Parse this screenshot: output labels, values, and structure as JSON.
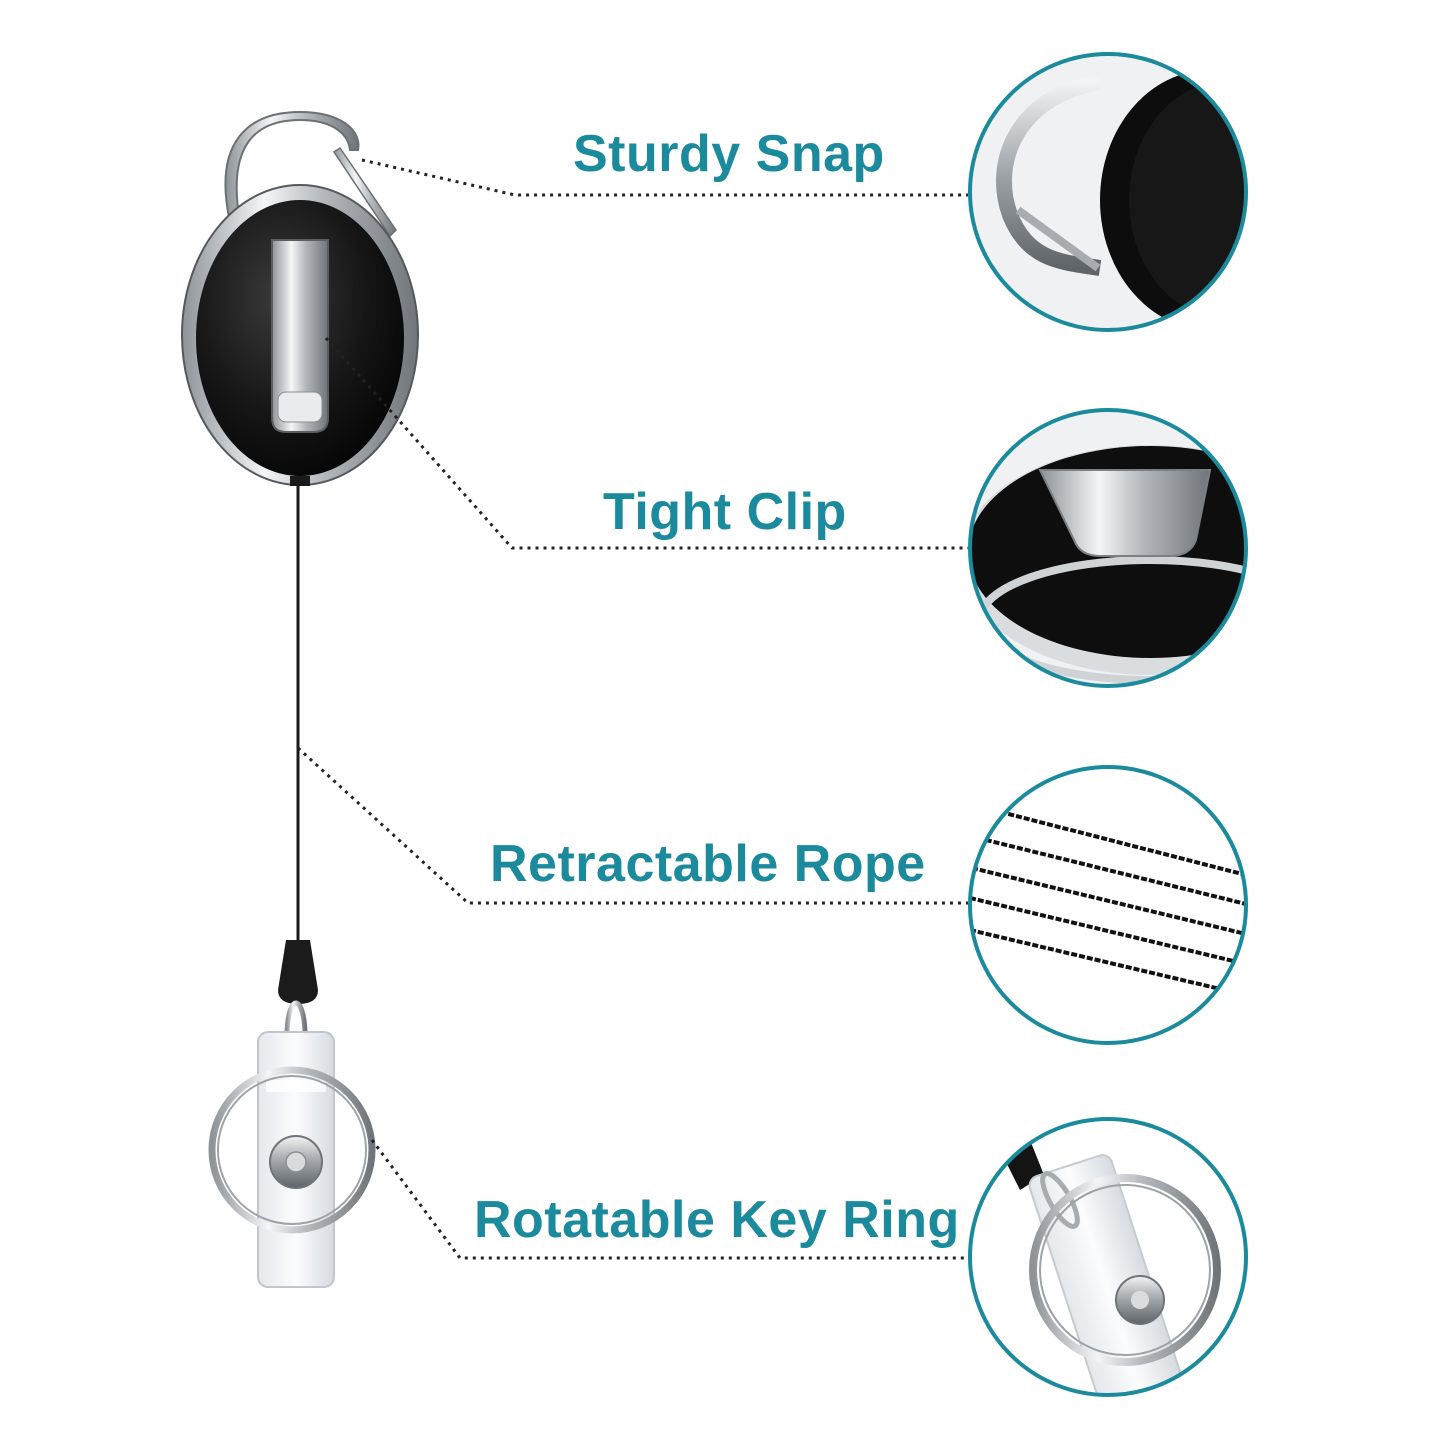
{
  "features": [
    {
      "id": "snap",
      "label": "Sturdy Snap"
    },
    {
      "id": "clip",
      "label": "Tight Clip"
    },
    {
      "id": "rope",
      "label": "Retractable Rope"
    },
    {
      "id": "ring",
      "label": "Rotatable Key Ring"
    }
  ],
  "colors": {
    "accent": "#1a8a9c",
    "circle_border": "#1a8a9c",
    "leader_dots": "#222222",
    "product_body": "#121212",
    "metal": "#c8ccd0",
    "background": "#ffffff"
  }
}
